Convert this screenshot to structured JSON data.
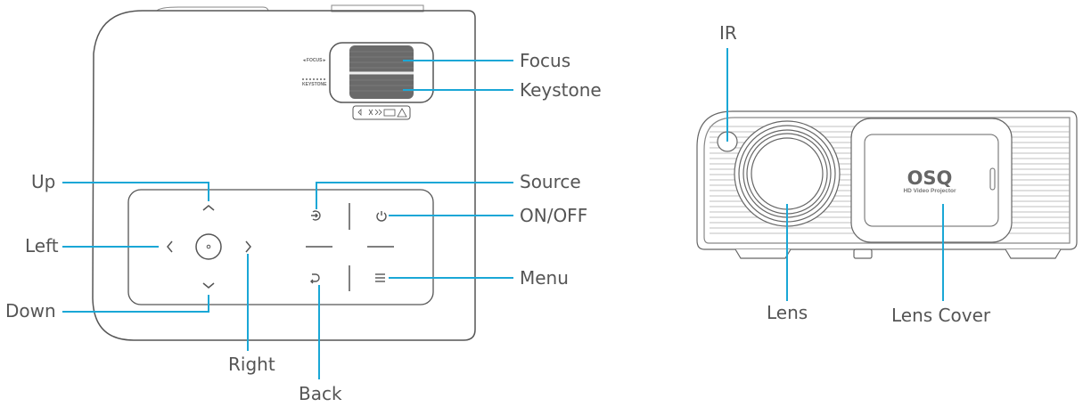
{
  "diagram": {
    "title": "Projector controls and parts",
    "accent_color": "#1aa7d6",
    "outline_color": "#555555",
    "top_view": {
      "labels": {
        "focus": "Focus",
        "keystone": "Keystone",
        "up": "Up",
        "left": "Left",
        "down": "Down",
        "right": "Right",
        "back": "Back",
        "source": "Source",
        "on_off": "ON/OFF",
        "menu": "Menu"
      },
      "printed": {
        "focus_mark": "◂ FOCUS ▸",
        "keystone_mark": "KEYSTONE"
      },
      "icons": [
        "chevron-up-icon",
        "chevron-left-icon",
        "ok-circle-icon",
        "chevron-right-icon",
        "chevron-down-icon",
        "source-icon",
        "power-icon",
        "back-icon",
        "menu-icon",
        "warning-icon"
      ]
    },
    "front_view": {
      "labels": {
        "ir": "IR",
        "lens": "Lens",
        "lens_cover": "Lens Cover"
      },
      "brand": "OSQ",
      "brand_sub": "HD Video Projector"
    }
  }
}
